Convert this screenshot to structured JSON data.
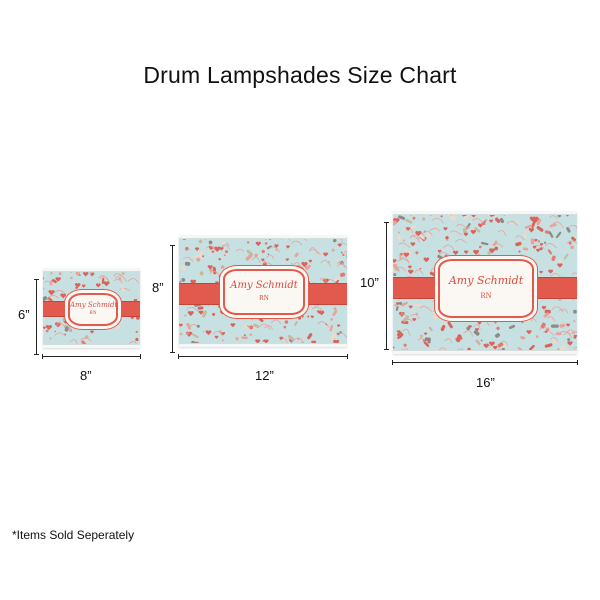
{
  "title": "Drum Lampshades Size Chart",
  "note": "*Items Sold Seperately",
  "colors": {
    "background": "#ffffff",
    "shade_base": "#c7e1e3",
    "band": "#e25a4e",
    "label_fill": "#fbf7f3",
    "label_text": "#d84c40"
  },
  "shades": [
    {
      "id": "small",
      "height_label": "6”",
      "width_label": "8”",
      "name": "Amy Schmidt",
      "sub": "RN"
    },
    {
      "id": "medium",
      "height_label": "8”",
      "width_label": "12”",
      "name": "Amy Schmidt",
      "sub": "RN"
    },
    {
      "id": "large",
      "height_label": "10”",
      "width_label": "16”",
      "name": "Amy Schmidt",
      "sub": "RN"
    }
  ]
}
